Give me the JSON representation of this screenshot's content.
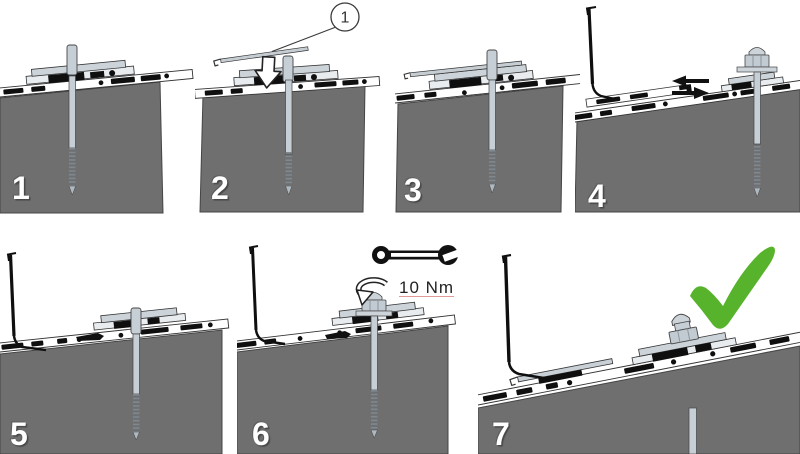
{
  "figure": {
    "background": "#ffffff",
    "palette": {
      "block_gray": "#6f6f6f",
      "block_edge": "#454545",
      "steel_light": "#ccd4da",
      "steel_mid": "#c2cbd2",
      "steel_plate": "#e8ecef",
      "outline": "#333333",
      "seal_black": "#0f0f0f",
      "check_green": "#57b32b",
      "step_number_color": "#ffffff",
      "annotation_color": "#222222",
      "underline_color": "#e09a9a"
    },
    "steps": [
      {
        "number": "1"
      },
      {
        "number": "2",
        "callout": "1"
      },
      {
        "number": "3"
      },
      {
        "number": "4"
      },
      {
        "number": "5"
      },
      {
        "number": "6",
        "torque": "10 Nm"
      },
      {
        "number": "7"
      }
    ],
    "icons": [
      "down-arrow-icon",
      "left-arrow-icon",
      "right-arrow-icon",
      "wrench-icon",
      "rotate-arrow-icon",
      "checkmark-icon",
      "callout-balloon"
    ]
  }
}
